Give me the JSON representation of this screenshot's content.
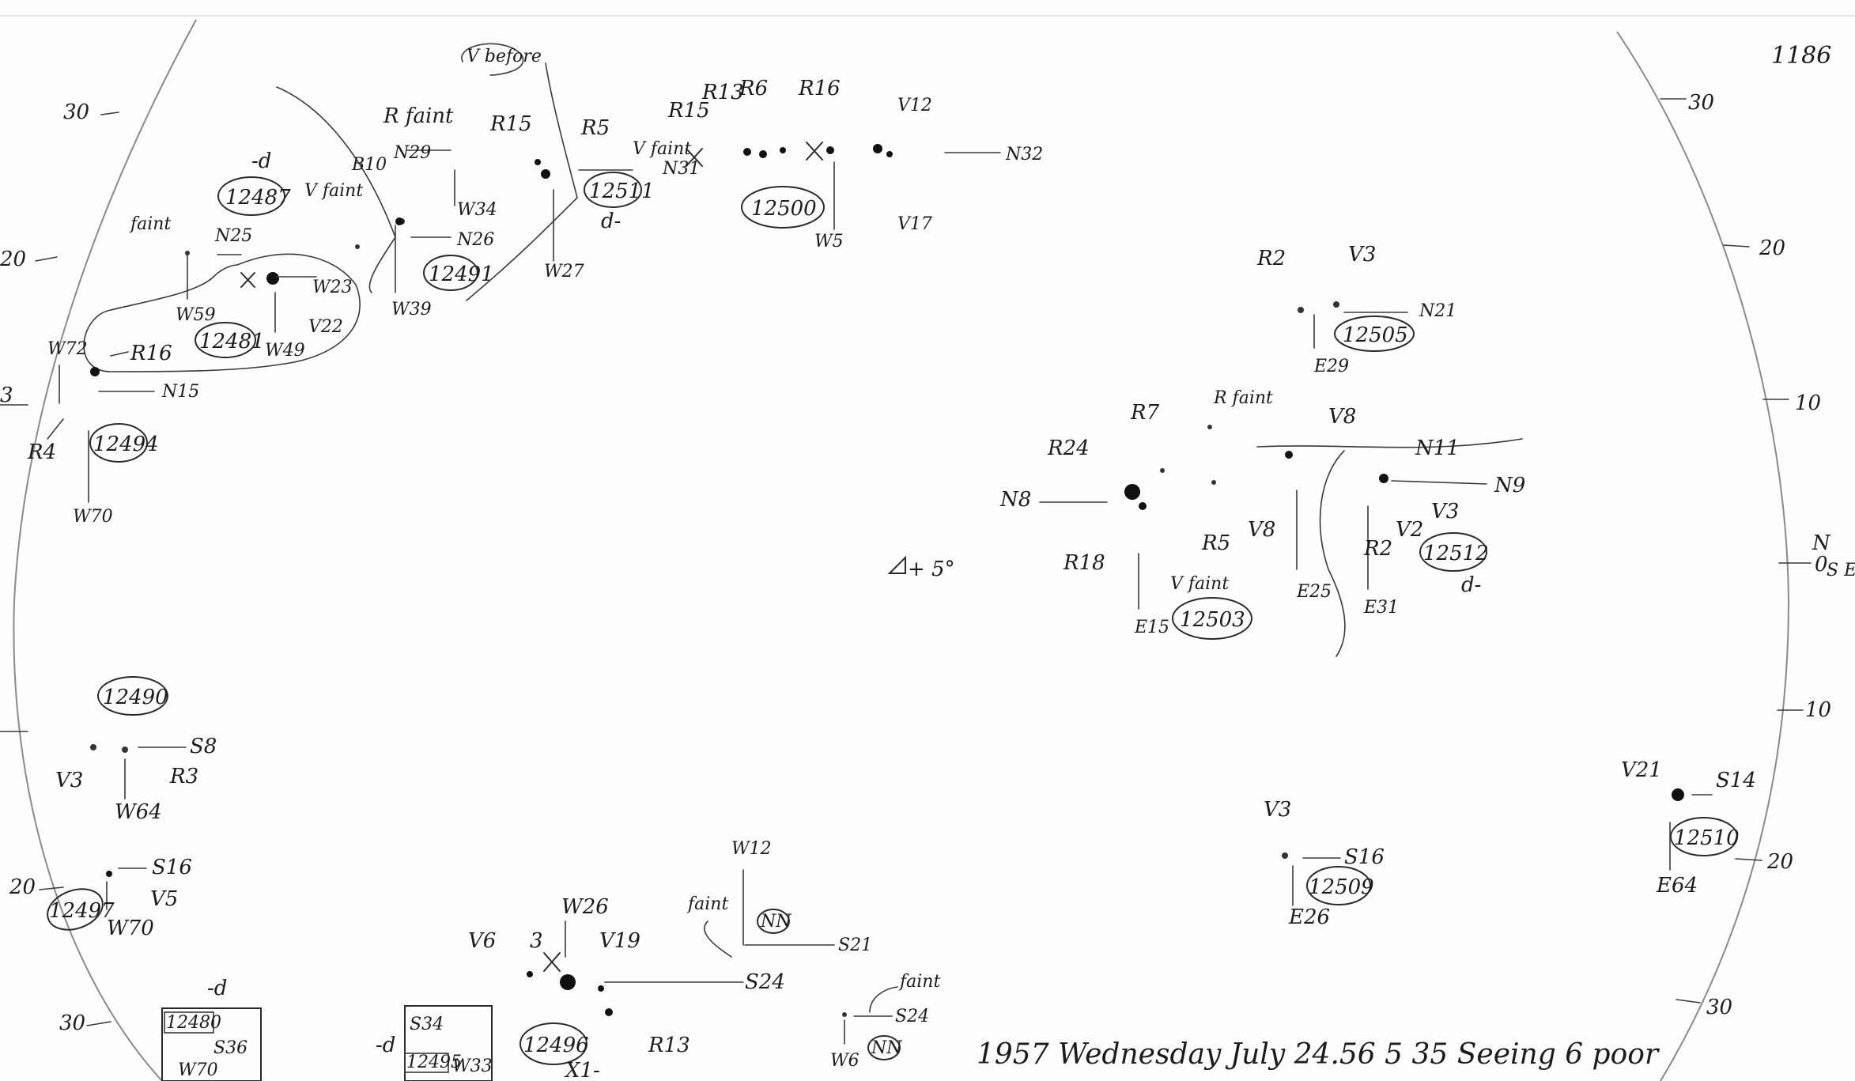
{
  "sheet": {
    "number": "1186",
    "footer_note": "1957 Wednesday July 24.56 5 35 Seeing 6 poor",
    "center_mark": "+ 5°"
  },
  "limb_ticks": {
    "left": [
      "30",
      "20",
      "3",
      "20",
      "30"
    ],
    "right": [
      "30",
      "20",
      "10",
      "N",
      "0",
      "S E",
      "10",
      "20",
      "30"
    ]
  },
  "regions": [
    {
      "number": "12487",
      "note": "-d"
    },
    {
      "number": "12481",
      "note": ""
    },
    {
      "number": "12491",
      "note": ""
    },
    {
      "number": "12511",
      "note": "d-"
    },
    {
      "number": "12500",
      "note": ""
    },
    {
      "number": "12494",
      "note": ""
    },
    {
      "number": "12505",
      "note": ""
    },
    {
      "number": "12512",
      "note": "d-"
    },
    {
      "number": "12503",
      "note": ""
    },
    {
      "number": "12490",
      "note": ""
    },
    {
      "number": "12497",
      "note": ""
    },
    {
      "number": "12509",
      "note": ""
    },
    {
      "number": "12510",
      "note": ""
    },
    {
      "number": "12496",
      "note": ""
    },
    {
      "number": "12480",
      "note": "-d"
    },
    {
      "number": "12495",
      "note": ""
    }
  ],
  "labels": {
    "v_before": "V before",
    "r_faint_1": "R faint",
    "r15_a": "R15",
    "r5_a": "R5",
    "v_faint_a": "V faint",
    "r15_b": "R15",
    "r13_a": "R13",
    "r6": "R6",
    "r16_a": "R16",
    "v12": "V12",
    "v17": "V17",
    "n32": "N32",
    "n31": "N31",
    "w5_a": "W5",
    "w27": "W27",
    "n29": "N29",
    "w34": "W34",
    "n26": "N26",
    "w39": "W39",
    "b10": "B10",
    "v_faint_b": "V faint",
    "n25": "N25",
    "w23": "W23",
    "v22": "V22",
    "w49": "W49",
    "faint_a": "faint",
    "w59": "W59",
    "w72": "W72",
    "r16_b": "R16",
    "n15": "N15",
    "r4": "R4",
    "w70_a": "W70",
    "r2_a": "R2",
    "v3_a": "V3",
    "n21": "N21",
    "e29": "E29",
    "r7": "R7",
    "r_faint_2": "R faint",
    "v8_a": "V8",
    "n11": "N11",
    "r24": "R24",
    "n8": "N8",
    "n9": "N9",
    "v3_b": "V3",
    "v2": "V2",
    "r2_b": "R2",
    "v8_b": "V8",
    "r5_b": "R5",
    "r18": "R18",
    "v_faint_c": "V faint",
    "e15": "E15",
    "e25": "E25",
    "e31": "E31",
    "s8": "S8",
    "v3_c": "V3",
    "r3": "R3",
    "w64": "W64",
    "s16_a": "S16",
    "v5": "V5",
    "w70_b": "W70",
    "v21": "V21",
    "s14": "S14",
    "e64": "E64",
    "v3_d": "V3",
    "s16_b": "S16",
    "e26": "E26",
    "w12": "W12",
    "nn_a": "NN",
    "s21": "S21",
    "faint_b": "faint",
    "w26": "W26",
    "v6": "V6",
    "v19": "V19",
    "three": "3",
    "s24_a": "S24",
    "r13_b": "R13",
    "faint_c": "faint",
    "s24_b": "S24",
    "w6": "W6",
    "nn_b": "NN",
    "s36": "S36",
    "w70_c": "W70",
    "s34": "S34",
    "w33": "W33",
    "d_mark": "-d",
    "x1": "X1-"
  }
}
